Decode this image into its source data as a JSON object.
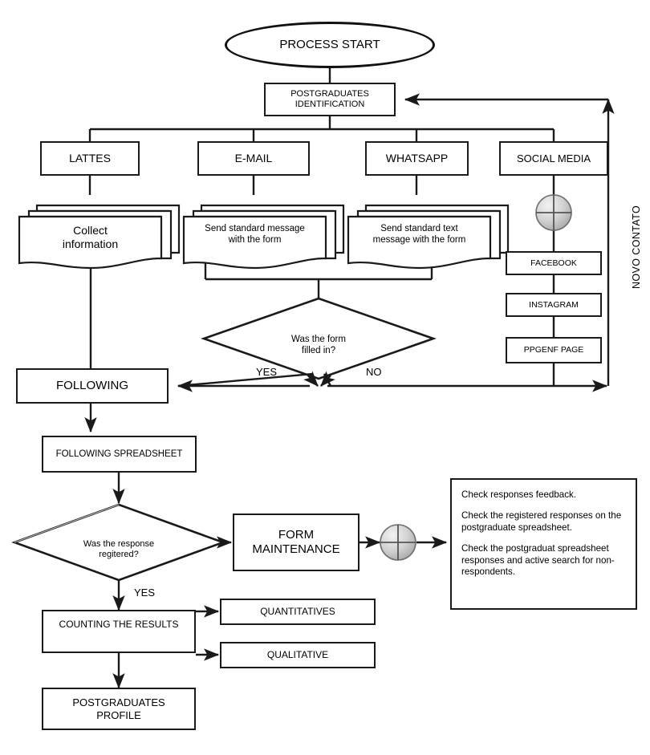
{
  "diagram": {
    "title": "Postgraduates identification and follow-up process flowchart",
    "colors": {
      "stroke": "#1a1a1a",
      "fill": "#ffffff",
      "connector_fill": "#c9c9c9",
      "faint_stroke": "#b9b9b9"
    }
  },
  "start": {
    "label": "PROCESS START",
    "shape": "ellipse"
  },
  "identification": {
    "label": "POSTGRADUATES\nIDENTIFICATION"
  },
  "channels": [
    {
      "key": "lattes",
      "label": "LATTES"
    },
    {
      "key": "email",
      "label": "E-MAIL"
    },
    {
      "key": "whatsapp",
      "label": "WHATSAPP"
    },
    {
      "key": "social_media",
      "label": "SOCIAL MEDIA"
    }
  ],
  "documents": [
    {
      "key": "lattes_doc",
      "label": "Collect\ninformation"
    },
    {
      "key": "email_doc",
      "label": "Send standard message\nwith the form"
    },
    {
      "key": "whatsapp_doc",
      "label": "Send standard text\nmessage with the form"
    }
  ],
  "social_media_items": [
    {
      "key": "facebook",
      "label": "FACEBOOK"
    },
    {
      "key": "instagram",
      "label": "INSTAGRAM"
    },
    {
      "key": "ppgenf",
      "label": "PPGENF PAGE"
    }
  ],
  "decision_form": {
    "label": "Was the form\nfilled in?",
    "yes_label": "YES",
    "no_label": "NO"
  },
  "following": {
    "label": "FOLLOWING"
  },
  "following_spreadsheet": {
    "label": "FOLLOWING SPREADSHEET"
  },
  "decision_response": {
    "label": "Was the response\nregitered?",
    "yes_label": "YES"
  },
  "form_maintenance": {
    "label": "FORM\nMAINTENANCE"
  },
  "notes": {
    "lines": [
      "Check responses feedback.",
      "Check the registered responses on the postgraduate spreadsheet.",
      "Check the postgraduat spreadsheet responses and active search for non-respondents."
    ]
  },
  "counting": {
    "label": "COUNTING THE RESULTS"
  },
  "results": [
    {
      "key": "quantitatives",
      "label": "QUANTITATIVES"
    },
    {
      "key": "qualitative",
      "label": "QUALITATIVE"
    }
  ],
  "profile": {
    "label": "POSTGRADUATES\nPROFILE"
  },
  "loop": {
    "label": "NOVO CONTATO"
  },
  "connectors": [
    {
      "key": "social-media-junction",
      "icon": "summing-junction-icon"
    },
    {
      "key": "form-maintenance-junction",
      "icon": "summing-junction-icon"
    }
  ]
}
